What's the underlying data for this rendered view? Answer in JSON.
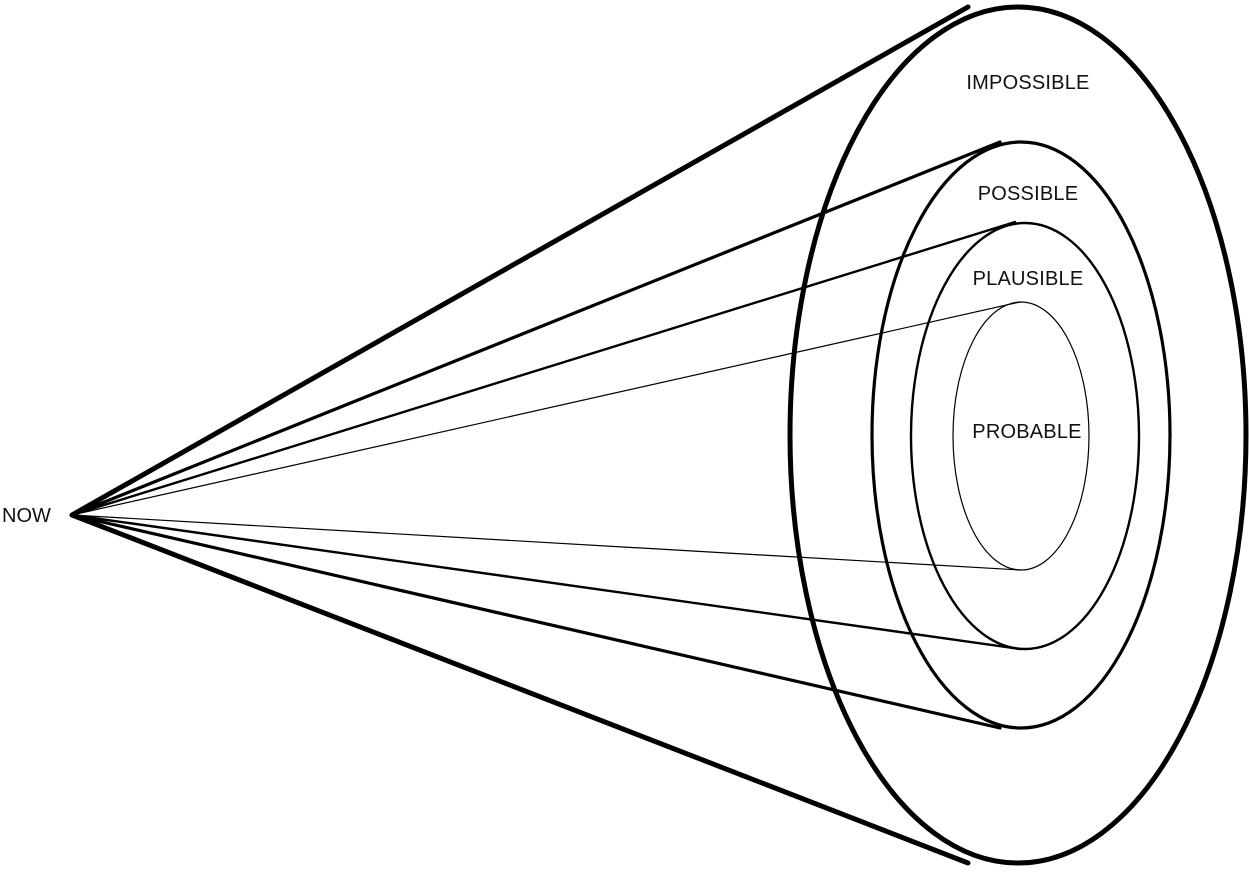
{
  "diagram": {
    "origin_label": "NOW",
    "rings": [
      {
        "key": "impossible",
        "label": "IMPOSSIBLE"
      },
      {
        "key": "possible",
        "label": "POSSIBLE"
      },
      {
        "key": "plausible",
        "label": "PLAUSIBLE"
      },
      {
        "key": "probable",
        "label": "PROBABLE"
      }
    ],
    "colors": {
      "stroke": "#000000",
      "text": "#111111",
      "background": "#ffffff"
    }
  }
}
